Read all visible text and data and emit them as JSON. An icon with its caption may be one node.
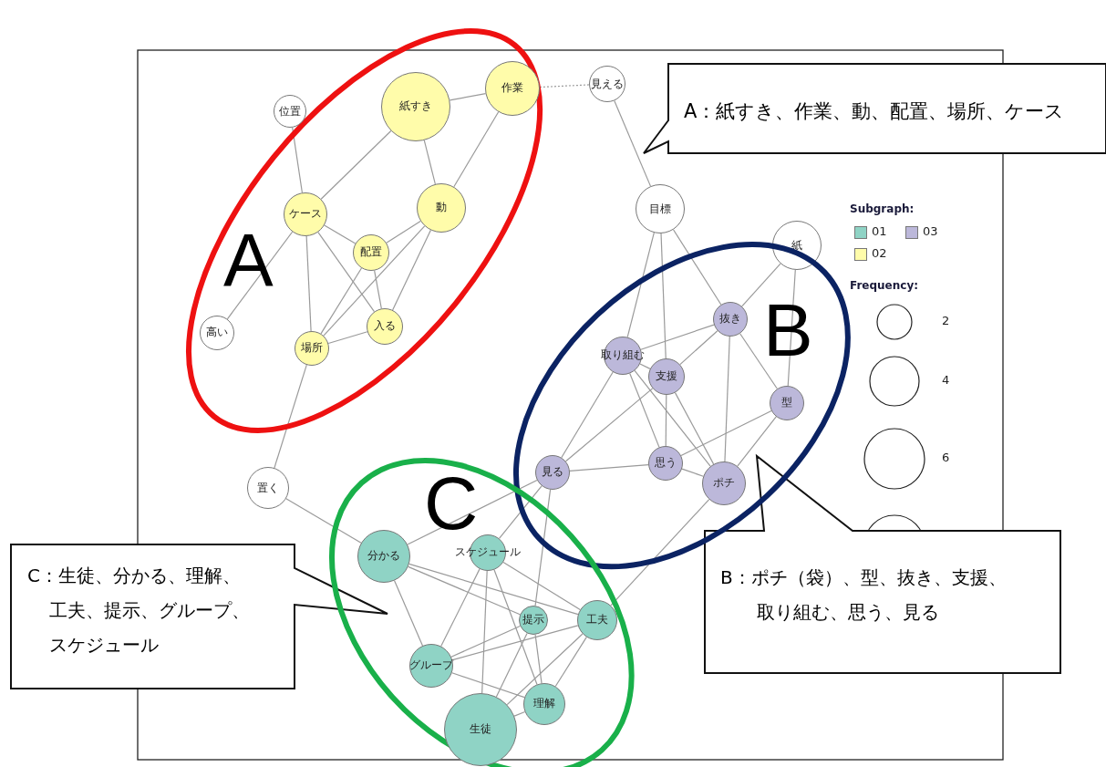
{
  "diagram": {
    "nodes": [
      {
        "text": [
          "A"
        ]
      },
      {
        "text": [
          "位置"
        ]
      },
      {
        "text": [
          "紙すき"
        ],
        "in": 0
      },
      {
        "text": [
          "作業"
        ],
        "in": 0
      },
      {
        "text": [
          "見える"
        ]
      },
      {
        "text": [
          "A：紙すき、作業、動、配置、場所、ケース"
        ]
      },
      {
        "text": [
          "ケース"
        ],
        "in": 0
      },
      {
        "text": [
          "動"
        ],
        "in": 0
      },
      {
        "text": [
          "配置"
        ],
        "in": 0
      },
      {
        "text": [
          "入る"
        ],
        "in": 0
      },
      {
        "text": [
          "高い"
        ],
        "in": 0
      },
      {
        "text": [
          "場所"
        ],
        "in": 0
      },
      {
        "text": [
          "目標"
        ]
      },
      {
        "text": [
          "紙"
        ]
      },
      {
        "text": [
          "B"
        ]
      },
      {
        "text": [
          "抜き"
        ],
        "in": 14
      },
      {
        "text": [
          "取り組む"
        ],
        "in": 14
      },
      {
        "text": [
          "支援"
        ],
        "in": 14
      },
      {
        "text": [
          "型"
        ],
        "in": 14
      },
      {
        "text": [
          "見る"
        ],
        "in": 14
      },
      {
        "text": [
          "思う"
        ],
        "in": 14
      },
      {
        "text": [
          "ポチ"
        ],
        "in": 14
      },
      {
        "text": [
          "置く"
        ]
      },
      {
        "text": [
          "C"
        ]
      },
      {
        "text": [
          "分かる"
        ],
        "in": 23
      },
      {
        "text": [
          "C：生徒、分かる、理解、工夫、提示、グループ、スケジュール"
        ]
      },
      {
        "text": [
          "B：ポチ（袋）、型、抜き、支援、取り組む、思う、見る"
        ]
      },
      {
        "text": [
          "スケジュール"
        ],
        "in": 23
      },
      {
        "text": [
          "提示"
        ],
        "in": 23
      },
      {
        "text": [
          "工夫"
        ],
        "in": 23
      },
      {
        "text": [
          "グループ"
        ],
        "in": 23
      },
      {
        "text": [
          "理解"
        ],
        "in": 23
      },
      {
        "text": [
          "生徒"
        ],
        "in": 23
      }
    ],
    "edges": [
      {
        "from": 1,
        "to": 6,
        "arrow": "none"
      },
      {
        "from": 2,
        "to": 3,
        "arrow": "none"
      },
      {
        "from": 2,
        "to": 6,
        "arrow": "none"
      },
      {
        "from": 2,
        "to": 7,
        "arrow": "none"
      },
      {
        "from": 3,
        "to": 7,
        "arrow": "none"
      },
      {
        "from": 3,
        "to": 4,
        "arrow": "none",
        "style": "dashed"
      },
      {
        "from": 4,
        "to": 12,
        "arrow": "none"
      },
      {
        "from": 6,
        "to": 8,
        "arrow": "none"
      },
      {
        "from": 6,
        "to": 9,
        "arrow": "none"
      },
      {
        "from": 6,
        "to": 11,
        "arrow": "none"
      },
      {
        "from": 6,
        "to": 10,
        "arrow": "none"
      },
      {
        "from": 7,
        "to": 8,
        "arrow": "none"
      },
      {
        "from": 7,
        "to": 11,
        "arrow": "none"
      },
      {
        "from": 7,
        "to": 9,
        "arrow": "none"
      },
      {
        "from": 8,
        "to": 11,
        "arrow": "none"
      },
      {
        "from": 8,
        "to": 9,
        "arrow": "none"
      },
      {
        "from": 11,
        "to": 9,
        "arrow": "none"
      },
      {
        "from": 11,
        "to": 22,
        "arrow": "none"
      },
      {
        "from": 12,
        "to": 16,
        "arrow": "none"
      },
      {
        "from": 12,
        "to": 17,
        "arrow": "none"
      },
      {
        "from": 12,
        "to": 15,
        "arrow": "none"
      },
      {
        "from": 13,
        "to": 15,
        "arrow": "none"
      },
      {
        "from": 13,
        "to": 18,
        "arrow": "none"
      },
      {
        "from": 15,
        "to": 16,
        "arrow": "none"
      },
      {
        "from": 15,
        "to": 17,
        "arrow": "none"
      },
      {
        "from": 15,
        "to": 21,
        "arrow": "none"
      },
      {
        "from": 15,
        "to": 18,
        "arrow": "none"
      },
      {
        "from": 16,
        "to": 17,
        "arrow": "none"
      },
      {
        "from": 16,
        "to": 19,
        "arrow": "none"
      },
      {
        "from": 16,
        "to": 20,
        "arrow": "none"
      },
      {
        "from": 16,
        "to": 21,
        "arrow": "none"
      },
      {
        "from": 17,
        "to": 19,
        "arrow": "none"
      },
      {
        "from": 17,
        "to": 20,
        "arrow": "none"
      },
      {
        "from": 17,
        "to": 21,
        "arrow": "none"
      },
      {
        "from": 18,
        "to": 20,
        "arrow": "none"
      },
      {
        "from": 18,
        "to": 21,
        "arrow": "none"
      },
      {
        "from": 19,
        "to": 20,
        "arrow": "none"
      },
      {
        "from": 20,
        "to": 21,
        "arrow": "none"
      },
      {
        "from": 19,
        "to": 24,
        "arrow": "none"
      },
      {
        "from": 19,
        "to": 27,
        "arrow": "none"
      },
      {
        "from": 19,
        "to": 28,
        "arrow": "none"
      },
      {
        "from": 21,
        "to": 29,
        "arrow": "none"
      },
      {
        "from": 22,
        "to": 24,
        "arrow": "none"
      },
      {
        "from": 24,
        "to": 28,
        "arrow": "none"
      },
      {
        "from": 24,
        "to": 29,
        "arrow": "none"
      },
      {
        "from": 27,
        "to": 29,
        "arrow": "none"
      },
      {
        "from": 24,
        "to": 30,
        "arrow": "none"
      },
      {
        "from": 27,
        "to": 30,
        "arrow": "none"
      },
      {
        "from": 27,
        "to": 32,
        "arrow": "none"
      },
      {
        "from": 27,
        "to": 31,
        "arrow": "none"
      },
      {
        "from": 28,
        "to": 30,
        "arrow": "none"
      },
      {
        "from": 28,
        "to": 32,
        "arrow": "none"
      },
      {
        "from": 28,
        "to": 31,
        "arrow": "none"
      },
      {
        "from": 30,
        "to": 29,
        "arrow": "none"
      },
      {
        "from": 30,
        "to": 31,
        "arrow": "none"
      },
      {
        "from": 29,
        "to": 32,
        "arrow": "none"
      },
      {
        "from": 29,
        "to": 31,
        "arrow": "none"
      },
      {
        "from": 32,
        "to": 31,
        "arrow": "none"
      }
    ],
    "labels": [
      "Subgraph:",
      "Frequency:"
    ],
    "legend": [
      {
        "text": "01",
        "color": "#8fd3c5"
      },
      {
        "text": "03",
        "color": "#bcb8da"
      },
      {
        "text": "02",
        "color": "#fffcaa"
      },
      {
        "text": "2"
      },
      {
        "text": "4"
      },
      {
        "text": "6"
      }
    ]
  }
}
